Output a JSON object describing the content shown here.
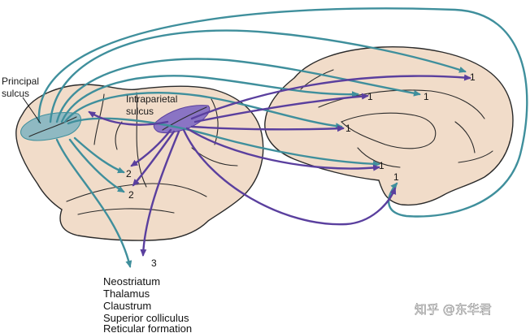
{
  "colors": {
    "teal": "#3f8f9c",
    "purple": "#5a3f9e",
    "brain": "#f1dcc9",
    "principal_region": "#8fb9c2",
    "intraparietal_region": "#8a74c4"
  },
  "labels": {
    "principal_sulcus_line1": "Principal",
    "principal_sulcus_line2": "sulcus",
    "intraparietal_line1": "Intraparietal",
    "intraparietal_line2": "sulcus"
  },
  "target_numbers": {
    "one": "1",
    "two": "2",
    "three": "3"
  },
  "subcortical_targets": [
    "Neostriatum",
    "Thalamus",
    "Claustrum",
    "Superior colliculus",
    "Reticular formation"
  ],
  "watermark": "知乎 @东华君"
}
